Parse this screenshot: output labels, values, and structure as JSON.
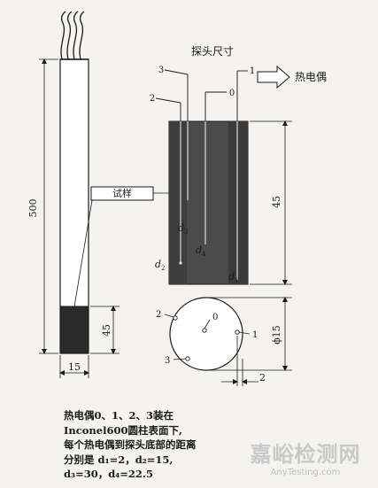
{
  "title": "探头尺寸",
  "arrow_label": "热电偶",
  "specimen_label": "试样",
  "dims": {
    "height_total": "500",
    "height_tip": "45",
    "width_rod": "15",
    "probe_height": "45",
    "probe_diameter": "ϕ15",
    "offset": "2"
  },
  "thermocouples": {
    "tc0": "0",
    "tc1": "1",
    "tc2": "2",
    "tc3": "3"
  },
  "distance_labels": {
    "d1": "d",
    "d1_sub": "1",
    "d2": "d",
    "d2_sub": "2",
    "d3": "d",
    "d3_sub": "3",
    "d4": "d",
    "d4_sub": "4"
  },
  "note": {
    "line1": "热电偶0、1、2、3装在",
    "line2": "Inconel600圆柱表面下,",
    "line3": "每个热电偶到探头底部的距离",
    "line4": "分别是 d₁=2，d₂=15,",
    "line5": "d₃=30，d₄=22.5"
  },
  "watermark": {
    "cn": "嘉峪检测网",
    "en": "AnyTesting.com"
  }
}
